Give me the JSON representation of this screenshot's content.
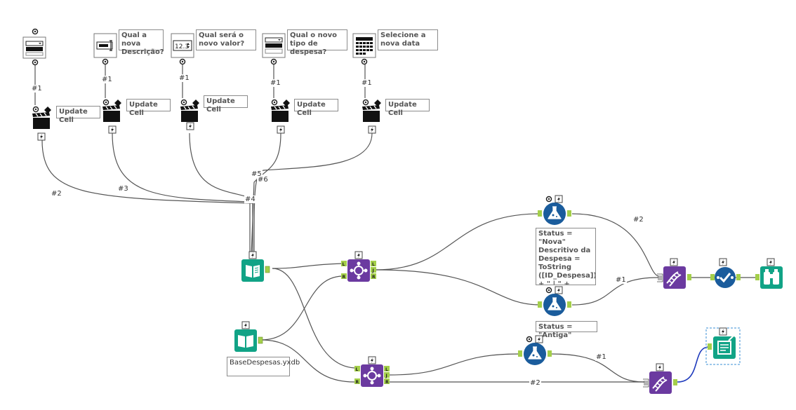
{
  "annotations": {
    "desc_question": "Qual a nova Descrição?",
    "value_question": "Qual será o novo valor?",
    "type_question": "Qual o novo tipo de despesa?",
    "date_question": "Selecione a nova data",
    "update_cell_1": "Update Cell",
    "update_cell_2": "Update Cell",
    "update_cell_3": "Update Cell",
    "update_cell_4": "Update Cell",
    "update_cell_5": "Update Cell",
    "formula_nova": "Status = \"Nova\" Descritivo da Despesa = ToString ([ID_Despesa]) + \" | \" + [Descri...",
    "formula_antiga": "Status = \"Antiga\"",
    "input_file": "BaseDespesas.yxdb",
    "numeric_control_text": "12.3"
  },
  "connection_labels": {
    "c1": "#1",
    "c2": "#1",
    "c3": "#1",
    "c4": "#1",
    "c5": "#1",
    "c2b": "#2",
    "c3b": "#3",
    "c4b": "#4",
    "c5b": "#5",
    "c6b": "#6",
    "c_top_union": "#2",
    "c_mid_union": "#1",
    "c_bottom_formula": "#1",
    "c_bottom_union": "#2"
  },
  "colors": {
    "teal": "#11a386",
    "dark_blue": "#1a5c9c",
    "purple": "#6b3aa0",
    "green_anchor": "#a4cf4a",
    "connection_blue": "#1f3bbd"
  },
  "icons": [
    "dropdown-interface-icon",
    "textbox-interface-icon",
    "numeric-updown-interface-icon",
    "dropdown-interface-icon",
    "date-interface-icon",
    "action-clapperboard-icon",
    "dynamic-input-book-icon",
    "input-book-icon",
    "join-icon",
    "formula-flask-icon",
    "union-dna-icon",
    "test-check-icon",
    "browse-binoculars-icon",
    "output-report-icon"
  ]
}
